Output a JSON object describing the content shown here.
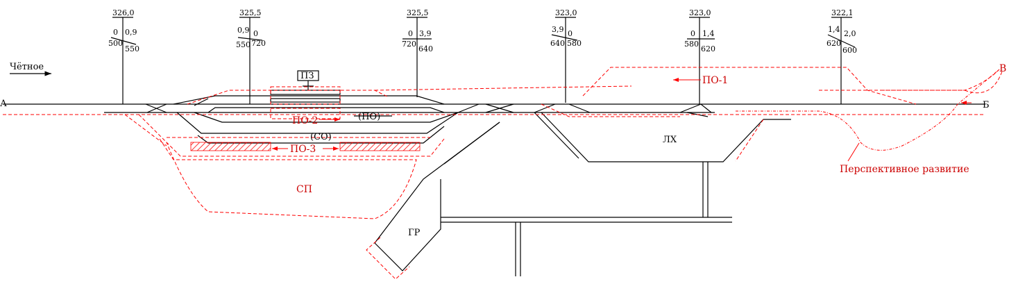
{
  "profile": [
    {
      "elev": "326,0",
      "up": "0",
      "down": "0,9",
      "lenL": "500",
      "lenR": "550"
    },
    {
      "elev": "325,5",
      "up": "0,9",
      "down": "0",
      "lenL": "550",
      "lenR": "720"
    },
    {
      "elev": "325,5",
      "up": "0",
      "down": "3,9",
      "lenL": "720",
      "lenR": "640"
    },
    {
      "elev": "323,0",
      "up": "3,9",
      "down": "0",
      "lenL": "640",
      "lenR": "580"
    },
    {
      "elev": "323,0",
      "up": "0",
      "down": "1,4",
      "lenL": "580",
      "lenR": "620"
    },
    {
      "elev": "322,1",
      "up": "1,4",
      "down": "2,0",
      "lenL": "620",
      "lenR": "600"
    }
  ],
  "labels": {
    "direction": "Чётное",
    "end_a": "А",
    "end_b": "Б",
    "end_v": "В",
    "pz": "ПЗ",
    "po": "(ПО)",
    "so": "(СО)",
    "lh": "ЛХ",
    "gr": "ГР"
  },
  "red_labels": {
    "po1": "ПО-1",
    "po2": "ПО-2",
    "po3": "ПО-3",
    "sp": "СП",
    "perspective": "Перспективное развитие"
  },
  "colors": {
    "tracks": "#000000",
    "projected": "#ff0000"
  }
}
